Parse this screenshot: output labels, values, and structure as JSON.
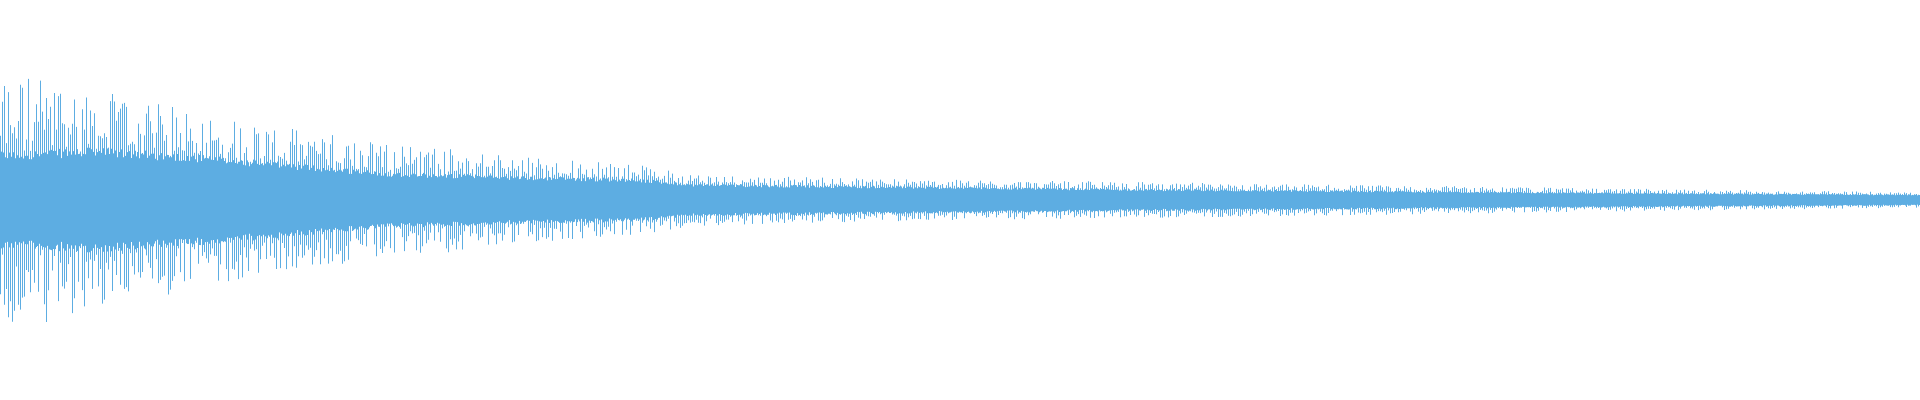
{
  "chart_data": {
    "type": "area",
    "title": "",
    "xlabel": "",
    "ylabel": "",
    "ylim": [
      -1,
      1
    ],
    "grid": false,
    "color": "#5dade2",
    "background": "#ffffff",
    "envelope": {
      "t": [
        0.0,
        0.05,
        0.1,
        0.15,
        0.2,
        0.27,
        0.33,
        0.36,
        0.4,
        0.5,
        0.6,
        0.75,
        0.9,
        1.0
      ],
      "peak": [
        0.67,
        0.55,
        0.45,
        0.36,
        0.3,
        0.22,
        0.18,
        0.13,
        0.12,
        0.1,
        0.09,
        0.07,
        0.05,
        0.04
      ],
      "body": [
        0.22,
        0.24,
        0.21,
        0.17,
        0.13,
        0.11,
        0.1,
        0.075,
        0.07,
        0.06,
        0.05,
        0.04,
        0.03,
        0.025
      ]
    }
  }
}
